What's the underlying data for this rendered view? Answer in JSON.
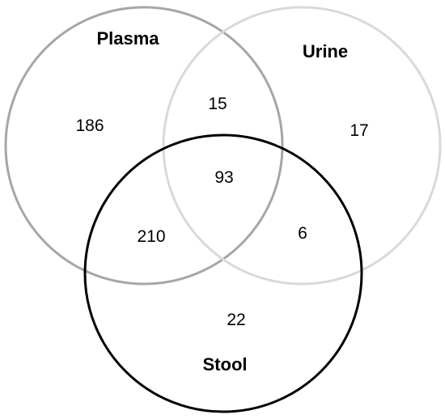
{
  "sets": [
    {
      "id": "plasma",
      "label": "Plasma",
      "stroke": "#a6a6a6"
    },
    {
      "id": "urine",
      "label": "Urine",
      "stroke": "#d9d9d9"
    },
    {
      "id": "stool",
      "label": "Stool",
      "stroke": "#000000"
    }
  ],
  "regions": {
    "plasma_only": "186",
    "urine_only": "17",
    "stool_only": "22",
    "plasma_urine": "15",
    "plasma_stool": "210",
    "urine_stool": "6",
    "all_three": "93"
  }
}
